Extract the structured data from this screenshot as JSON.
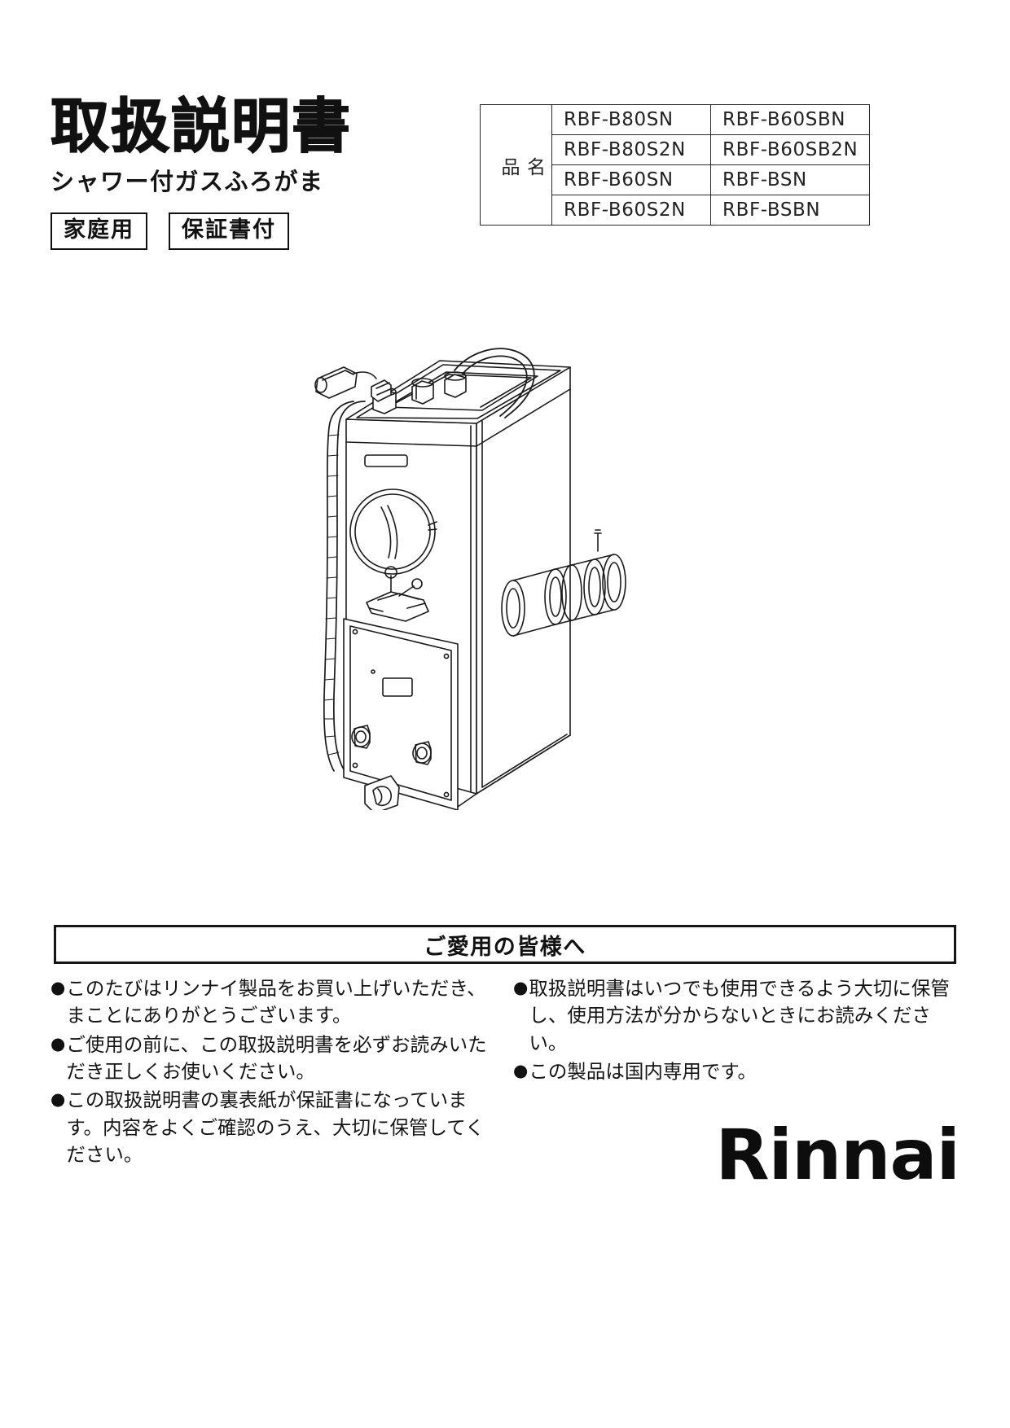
{
  "document": {
    "main_title": "取扱説明書",
    "sub_title": "シャワー付ガスふろがま",
    "badges": [
      {
        "label": "家庭用"
      },
      {
        "label": "保証書付"
      }
    ]
  },
  "model_table": {
    "row_label": "品  名",
    "rows": [
      {
        "left": "RBF-B80SN",
        "right": "RBF-B60SBN"
      },
      {
        "left": "RBF-B80S2N",
        "right": "RBF-B60SB2N"
      },
      {
        "left": "RBF-B60SN",
        "right": "RBF-BSN"
      },
      {
        "left": "RBF-B60S2N",
        "right": "RBF-BSBN"
      }
    ]
  },
  "illustration": {
    "caption": "gas-bath-heater-with-shower-illustration"
  },
  "notice": {
    "heading": "ご愛用の皆様へ",
    "bullet_glyph": "●",
    "left_items": [
      "このたびはリンナイ製品をお買い上げいただき、まことにありがとうございます。",
      "ご使用の前に、この取扱説明書を必ずお読みいただき正しくお使いください。",
      "この取扱説明書の裏表紙が保証書になっています。内容をよくご確認のうえ、大切に保管してください。"
    ],
    "right_items": [
      "取扱説明書はいつでも使用できるよう大切に保管し、使用方法が分からないときにお読みください。",
      "この製品は国内専用です。"
    ]
  },
  "brand": {
    "logo_text": "Rinnai"
  },
  "colors": {
    "ink": "#111111",
    "line": "#2a2a2a",
    "background": "#ffffff"
  }
}
